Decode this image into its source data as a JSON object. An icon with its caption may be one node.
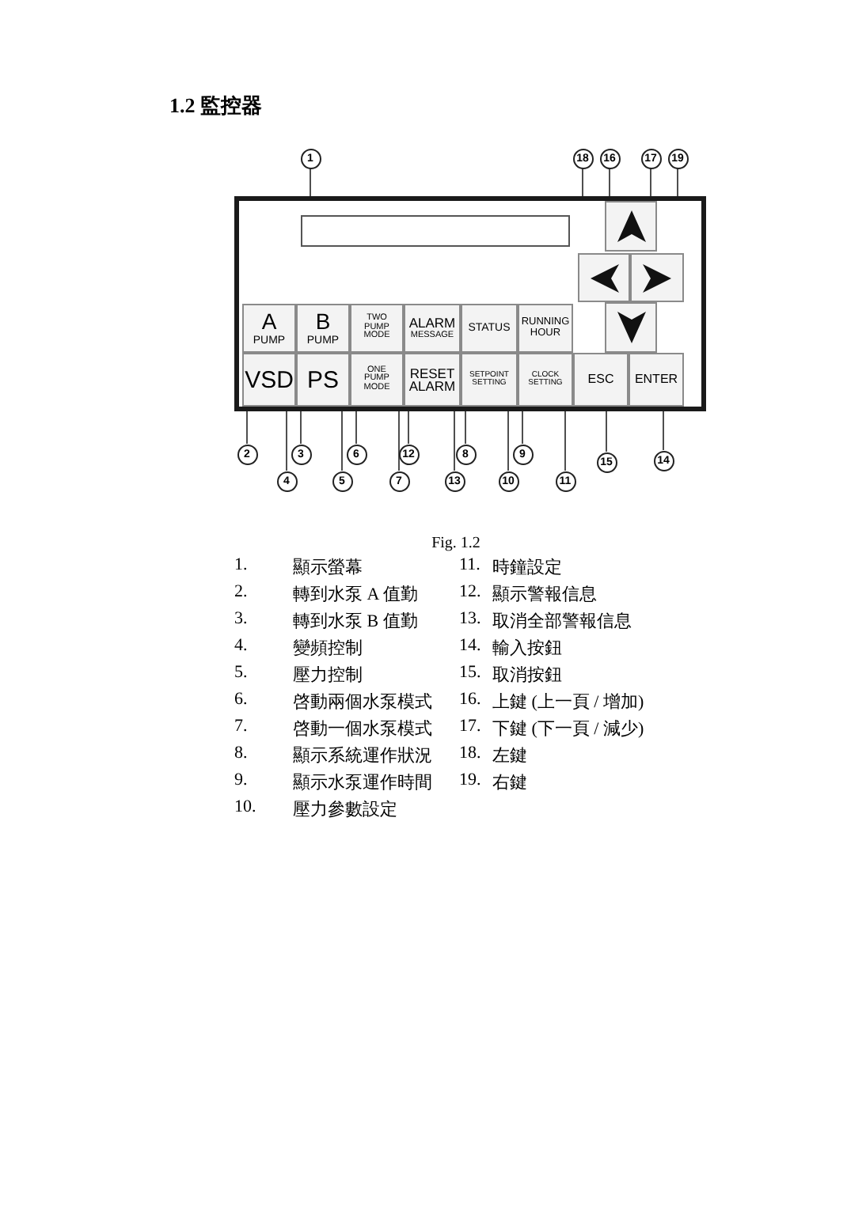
{
  "diagram": {
    "title": "1.2 監控器",
    "caption": "Fig. 1.2",
    "nodes": [
      {
        "text": [],
        "shape": "box"
      },
      {
        "text": [],
        "shape": "box",
        "in": 0
      },
      {
        "text": [],
        "shape": "box",
        "in": 0
      },
      {
        "text": [],
        "shape": "box",
        "in": 0
      },
      {
        "text": [],
        "shape": "box",
        "in": 0
      },
      {
        "text": [],
        "shape": "box",
        "in": 0
      },
      {
        "text": [
          "A",
          "PUMP"
        ],
        "in": 0
      },
      {
        "text": [
          "B",
          "PUMP"
        ],
        "in": 0
      },
      {
        "text": [
          "TWO PUMP MODE"
        ],
        "in": 0
      },
      {
        "text": [
          "ALARM",
          "MESSAGE"
        ],
        "in": 0
      },
      {
        "text": [
          "STATUS"
        ],
        "in": 0
      },
      {
        "text": [
          "RUNNING HOUR"
        ],
        "in": 0
      },
      {
        "text": [
          "VSD"
        ],
        "in": 0
      },
      {
        "text": [
          "PS"
        ],
        "in": 0
      },
      {
        "text": [
          "ONE PUMP MODE"
        ],
        "in": 0
      },
      {
        "text": [
          "RESET ALARM"
        ],
        "in": 0
      },
      {
        "text": [
          "SETPOINT SETTING"
        ],
        "in": 0
      },
      {
        "text": [
          "CLOCK SETTING"
        ],
        "in": 0
      },
      {
        "text": [
          "ESC"
        ],
        "in": 0
      },
      {
        "text": [
          "ENTER"
        ],
        "in": 0
      },
      {
        "text": [
          "1"
        ]
      },
      {
        "text": [
          "2"
        ]
      },
      {
        "text": [
          "3"
        ]
      },
      {
        "text": [
          "4"
        ]
      },
      {
        "text": [
          "5"
        ]
      },
      {
        "text": [
          "6"
        ]
      },
      {
        "text": [
          "7"
        ]
      },
      {
        "text": [
          "8"
        ]
      },
      {
        "text": [
          "9"
        ]
      },
      {
        "text": [
          "10"
        ]
      },
      {
        "text": [
          "11"
        ]
      },
      {
        "text": [
          "12"
        ]
      },
      {
        "text": [
          "13"
        ]
      },
      {
        "text": [
          "14"
        ]
      },
      {
        "text": [
          "15"
        ]
      },
      {
        "text": [
          "16"
        ]
      },
      {
        "text": [
          "17"
        ]
      },
      {
        "text": [
          "18"
        ]
      },
      {
        "text": [
          "19"
        ]
      }
    ],
    "edges": [
      {
        "from": 20,
        "to": 1,
        "arrow": "none"
      },
      {
        "from": 21,
        "to": 6,
        "arrow": "none"
      },
      {
        "from": 22,
        "to": 7,
        "arrow": "none"
      },
      {
        "from": 23,
        "to": 12,
        "arrow": "none"
      },
      {
        "from": 24,
        "to": 13,
        "arrow": "none"
      },
      {
        "from": 25,
        "to": 8,
        "arrow": "none"
      },
      {
        "from": 26,
        "to": 14,
        "arrow": "none"
      },
      {
        "from": 27,
        "to": 10,
        "arrow": "none"
      },
      {
        "from": 28,
        "to": 11,
        "arrow": "none"
      },
      {
        "from": 29,
        "to": 16,
        "arrow": "none"
      },
      {
        "from": 30,
        "to": 17,
        "arrow": "none"
      },
      {
        "from": 31,
        "to": 9,
        "arrow": "none"
      },
      {
        "from": 32,
        "to": 15,
        "arrow": "none"
      },
      {
        "from": 33,
        "to": 19,
        "arrow": "none"
      },
      {
        "from": 34,
        "to": 18,
        "arrow": "none"
      },
      {
        "from": 35,
        "to": 2,
        "arrow": "none"
      },
      {
        "from": 36,
        "to": 5,
        "arrow": "none"
      },
      {
        "from": 37,
        "to": 3,
        "arrow": "none"
      },
      {
        "from": 38,
        "to": 4,
        "arrow": "none"
      }
    ],
    "labels": [
      "1.",
      "顯示螢幕",
      "2.",
      "轉到水泵 A 值勤",
      "3.",
      "轉到水泵 B 值勤",
      "4.",
      "變頻控制",
      "5.",
      "壓力控制",
      "6.",
      "啓動兩個水泵模式",
      "7.",
      "啓動一個水泵模式",
      "8.",
      "顯示系統運作狀況",
      "9.",
      "顯示水泵運作時間",
      "10.",
      "壓力參數設定",
      "11.",
      "時鐘設定",
      "12.",
      "顯示警報信息",
      "13.",
      "取消全部警報信息",
      "14.",
      "輸入按鈕",
      "15.",
      "取消按鈕",
      "16.",
      "上鍵 (上一頁 / 增加)",
      "17.",
      "下鍵 (下一頁 / 減少)",
      "18.",
      "左鍵",
      "19.",
      "右鍵"
    ]
  }
}
